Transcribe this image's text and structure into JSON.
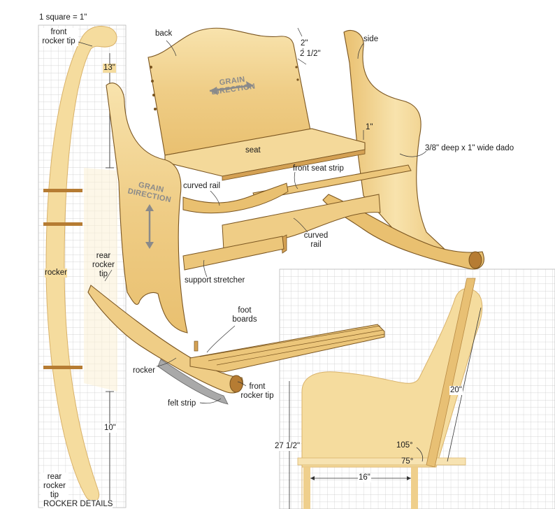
{
  "labels": {
    "scale": "1 square = 1\"",
    "front_rocker_tip_left": "front\nrocker tip",
    "back": "back",
    "side": "side",
    "seat": "seat",
    "dado": "3/8\" deep x 1\" wide dado",
    "front_seat_strip": "front seat strip",
    "curved_rail_upper": "curved rail",
    "curved_rail_lower": "curved\nrail",
    "rear_rocker_tip_mid": "rear\nrocker\ntip",
    "rocker_left": "rocker",
    "support_stretcher": "support stretcher",
    "foot_boards": "foot\nboards",
    "rocker_mid": "rocker",
    "front_rocker_tip_bottom": "front\nrocker tip",
    "felt_strip": "felt strip",
    "rear_rocker_tip_bottom": "rear\nrocker\ntip",
    "rocker_details": "ROCKER DETAILS"
  },
  "grain": {
    "back": "GRAIN\nDIRECTION",
    "side": "GRAIN\nDIRECTION"
  },
  "dimensions": {
    "d13": "13\"",
    "d2": "2\"",
    "d2half": "2 1/2\"",
    "d1": "1\"",
    "d10": "10\"",
    "d20": "20\"",
    "d27half": "27 1/2\"",
    "d105": "105°",
    "d75": "75°",
    "d16": "16\""
  },
  "colors": {
    "wood_light": "#f6dfa6",
    "wood_mid": "#ecc67a",
    "wood_dark": "#d4a154",
    "wood_edge": "#7a5520",
    "grid_line": "#c9c9c9",
    "template_fill": "#f5dc9e"
  }
}
